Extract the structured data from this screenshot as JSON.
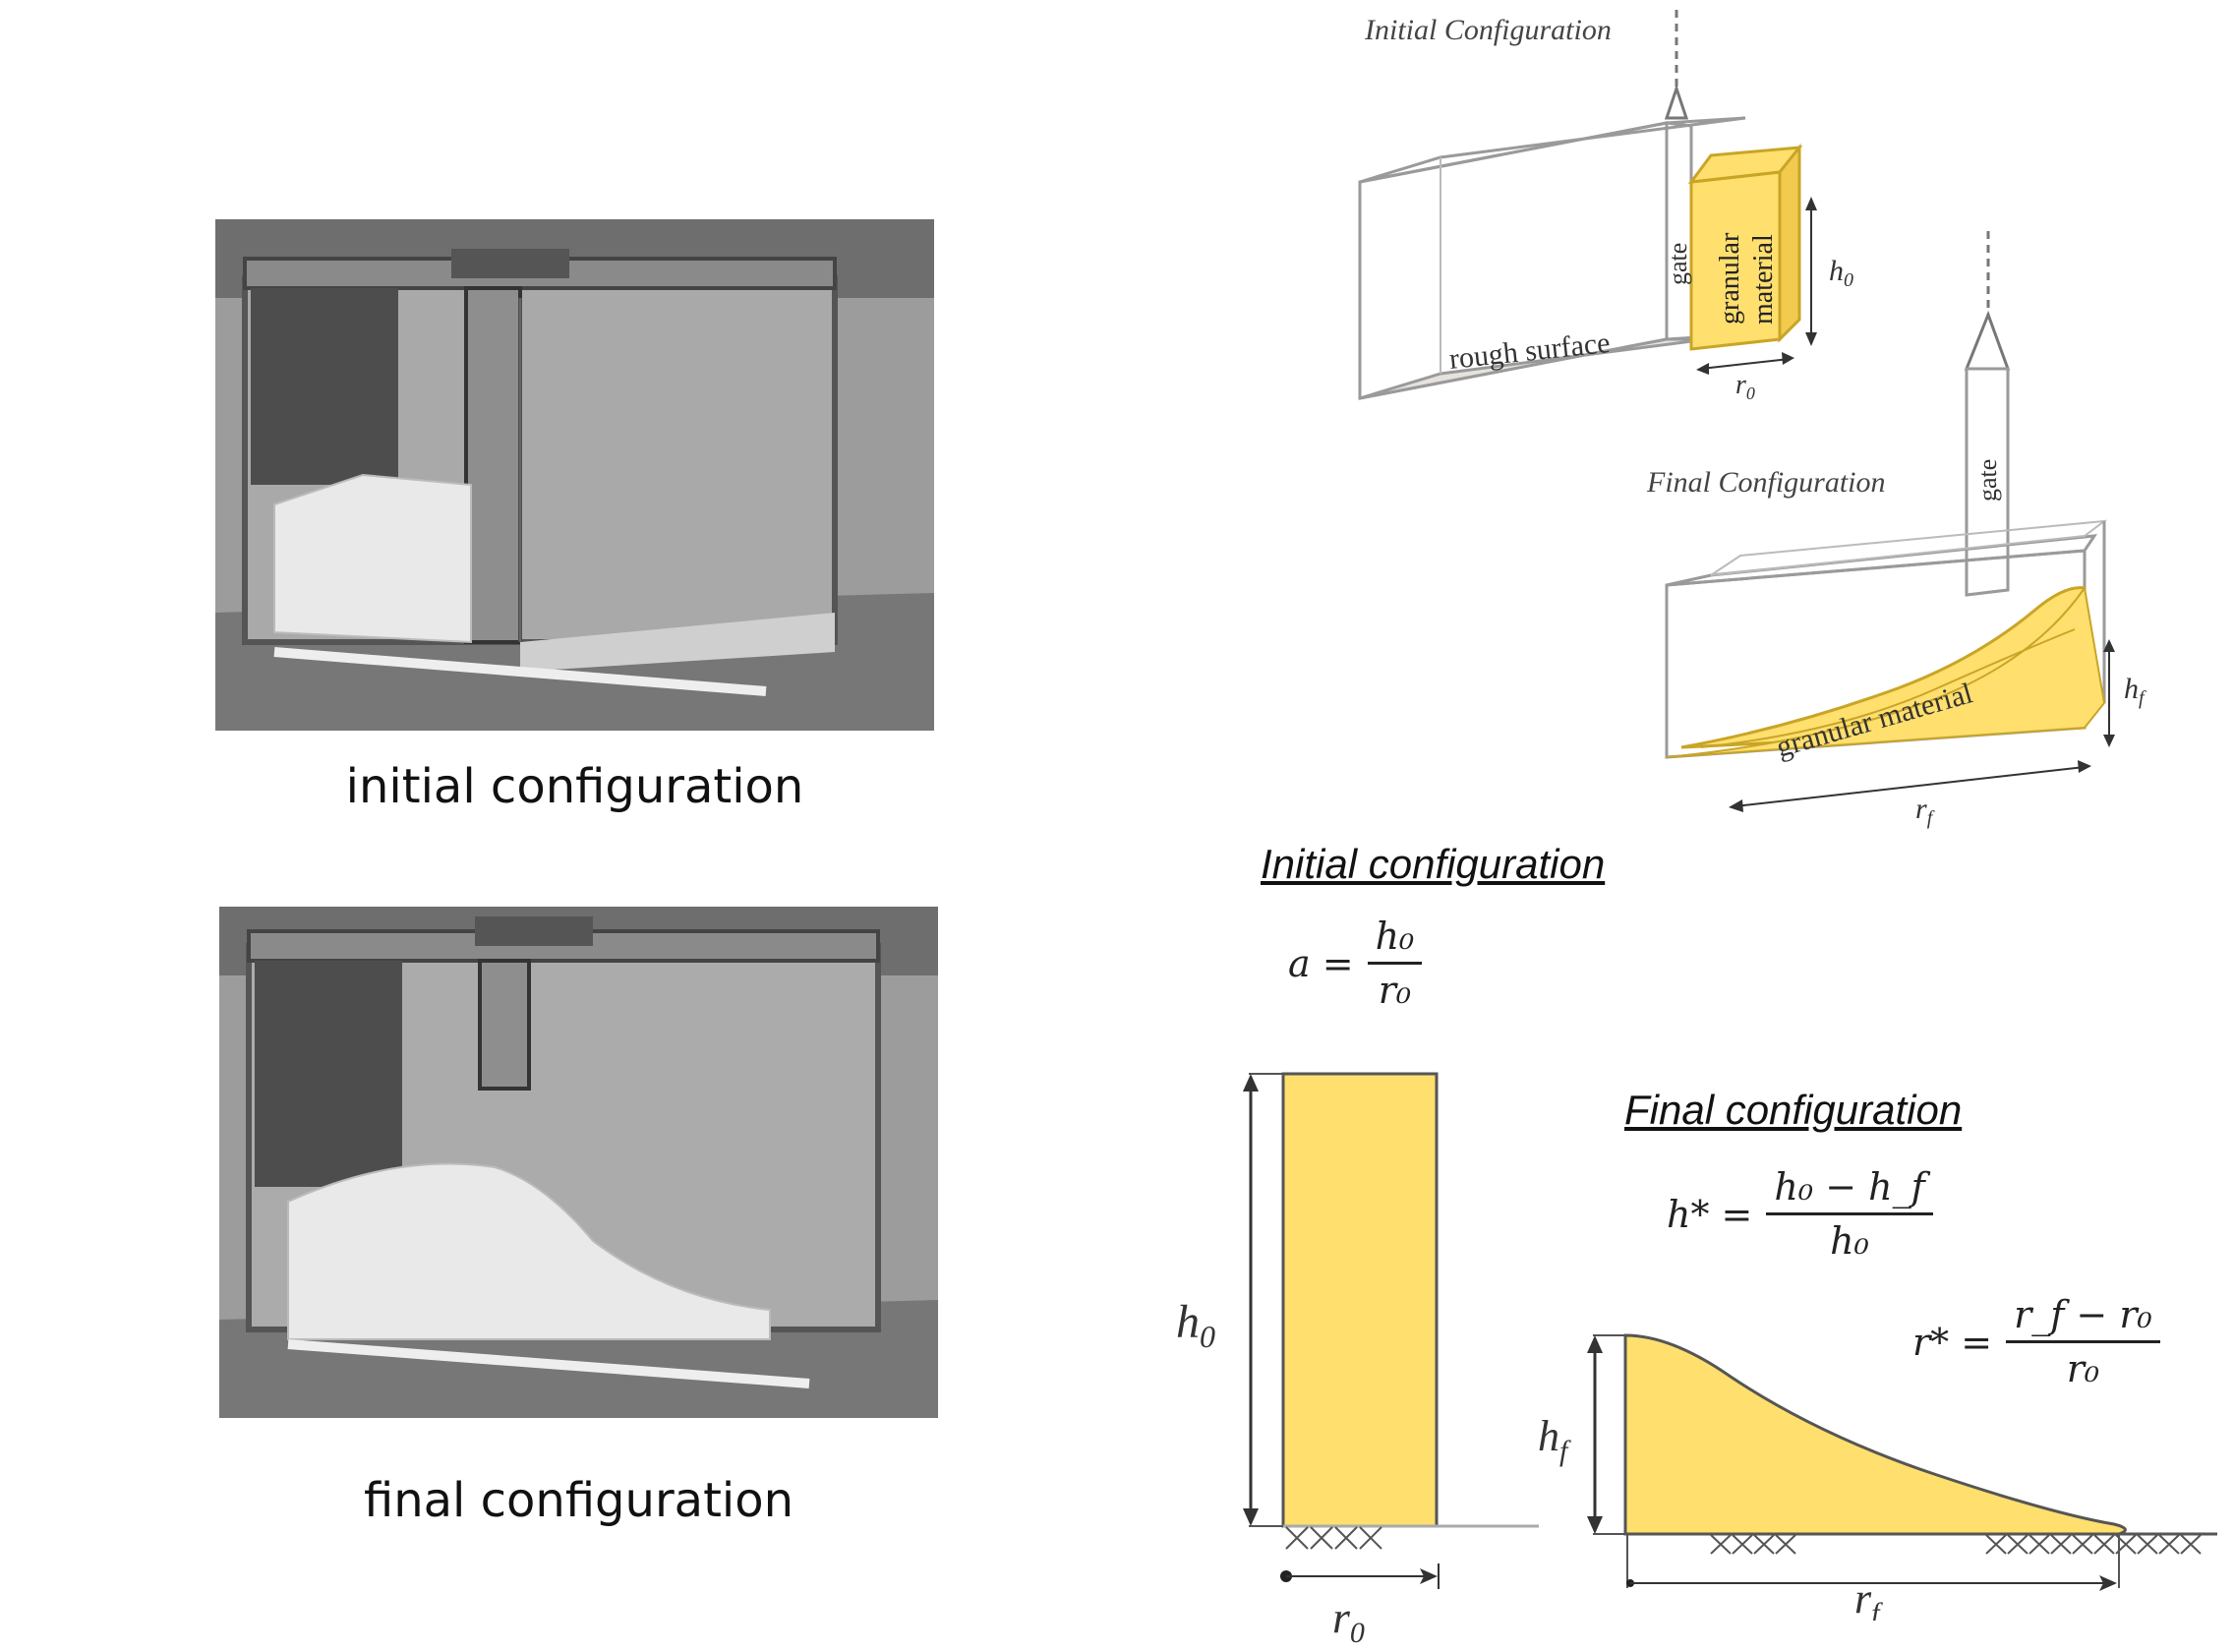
{
  "photos": {
    "initial_caption": "initial configuration",
    "final_caption": "final configuration"
  },
  "schematic_3d": {
    "initial_title": "Initial Configuration",
    "final_title": "Final Configuration",
    "gate_label": "gate",
    "granular_label_1": "granular",
    "granular_label_2": "material",
    "rough_surface_label": "rough surface",
    "h0_label": "h",
    "h0_sub": "0",
    "r0_label": "r",
    "r0_sub": "0",
    "granular_material_label": "granular material",
    "hf_label": "h",
    "hf_sub": "f",
    "rf_label": "r",
    "rf_sub": "f"
  },
  "initial_section": {
    "heading": "Initial configuration",
    "eq_lhs": "a =",
    "eq_num": "h₀",
    "eq_den": "r₀",
    "h0_label": "h",
    "h0_sub": "0",
    "r0_label": "r",
    "r0_sub": "0"
  },
  "final_section": {
    "heading": "Final configuration",
    "h_lhs": "h* =",
    "h_num": "h₀ − h_f",
    "h_den": "h₀",
    "r_lhs": "r* =",
    "r_num": "r_f − r₀",
    "r_den": "r₀",
    "hf_label": "h",
    "hf_sub": "f",
    "rf_label": "r",
    "rf_sub": "f"
  },
  "colors": {
    "granular_fill": "#ffdf6e",
    "granular_stroke": "#c9a526",
    "line": "#333333",
    "box_edge": "#9a9a9a"
  }
}
